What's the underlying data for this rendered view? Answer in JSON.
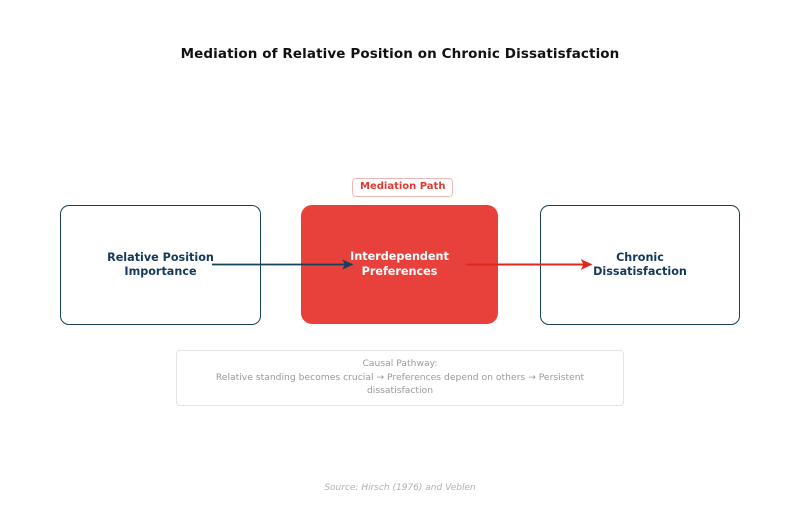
{
  "figure": {
    "title": "Mediation of Relative Position on Chronic Dissatisfaction",
    "source_note": "Source: Hirsch (1976) and Veblen",
    "background_color": "#FFFFFF"
  },
  "colors": {
    "outline_node_border": "#17405A",
    "outline_node_text": "#14395B",
    "mediator_fill": "#E8413C",
    "mediator_text": "#FFFFFF",
    "arrow_primary": "#17405A",
    "arrow_secondary": "#E0271E",
    "badge_text": "#E23A33",
    "badge_border": "#F0B9B6",
    "caption_text": "#9A9A9A",
    "caption_border": "#E4E4E4",
    "source_text": "#B0B0B0",
    "title_text": "#111111"
  },
  "badge": {
    "label": "Mediation Path"
  },
  "nodes": [
    {
      "id": "relative-position-importance",
      "label": "Relative Position\nImportance",
      "role": "predictor",
      "style": "outline"
    },
    {
      "id": "interdependent-preferences",
      "label": "Interdependent\nPreferences",
      "role": "mediator",
      "style": "filled"
    },
    {
      "id": "chronic-dissatisfaction",
      "label": "Chronic\nDissatisfaction",
      "role": "outcome",
      "style": "outline"
    }
  ],
  "edges": [
    {
      "id": "edge-predictor-to-mediator",
      "from": "relative-position-importance",
      "to": "interdependent-preferences",
      "color": "#17405A"
    },
    {
      "id": "edge-mediator-to-outcome",
      "from": "interdependent-preferences",
      "to": "chronic-dissatisfaction",
      "color": "#E0271E"
    }
  ],
  "caption": {
    "heading": "Causal Pathway:",
    "pathway": "Relative standing becomes crucial → Preferences depend on others → Persistent dissatisfaction"
  },
  "chart_data": {
    "type": "diagram",
    "title": "Mediation of Relative Position on Chronic Dissatisfaction",
    "diagram_kind": "mediation-path-model",
    "sequence": [
      "Relative Position Importance",
      "Interdependent Preferences",
      "Chronic Dissatisfaction"
    ],
    "annotations": [
      "Mediation Path",
      "Causal Pathway:",
      "Relative standing becomes crucial → Preferences depend on others → Persistent dissatisfaction",
      "Source: Hirsch (1976) and Veblen"
    ]
  }
}
